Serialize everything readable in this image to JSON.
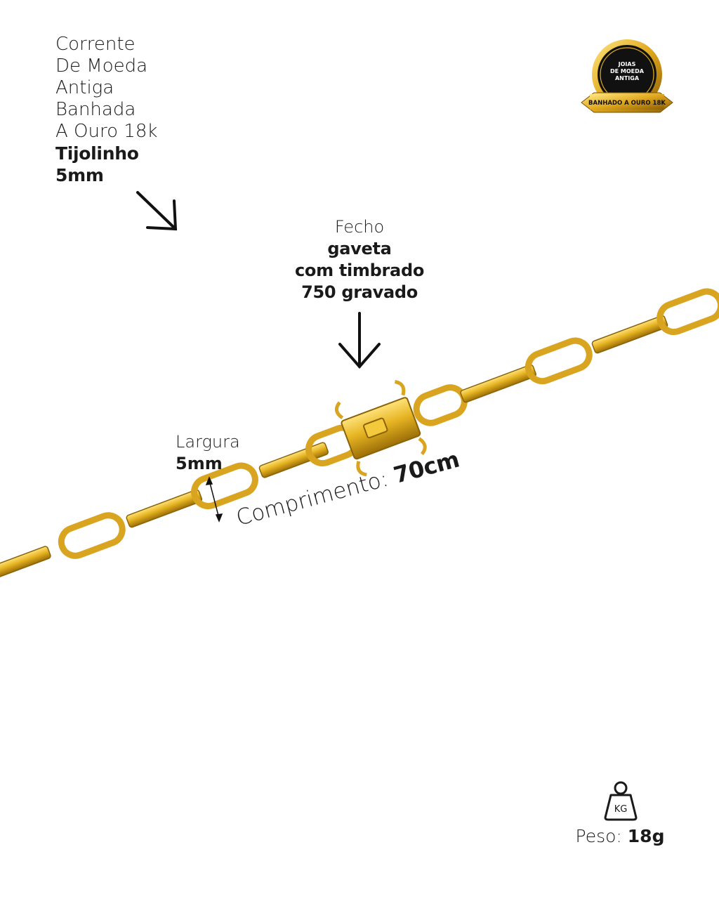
{
  "title": {
    "lines": [
      "Corrente",
      "De Moeda",
      "Antiga",
      "Banhada",
      "A Ouro 18k"
    ],
    "bold_lines": [
      "Tijolinho",
      "5mm"
    ]
  },
  "clasp": {
    "label": "Fecho",
    "bold_lines": [
      "gaveta",
      "com timbrado",
      "750 gravado"
    ]
  },
  "width": {
    "label": "Largura",
    "value": "5mm"
  },
  "length": {
    "label": "Comprimento: ",
    "value": "70cm"
  },
  "weight": {
    "label": "Peso: ",
    "value": "18g",
    "icon_text": "KG",
    "icon": "weight-kg-icon"
  },
  "badge": {
    "line1": "JOIAS",
    "line2": "DE MOEDA",
    "line3": "ANTIGA",
    "ribbon": "BANHADO A OURO 18K"
  },
  "colors": {
    "gold": "#E6B422",
    "gold_dark": "#B8860B",
    "text": "#1a1a1a"
  }
}
